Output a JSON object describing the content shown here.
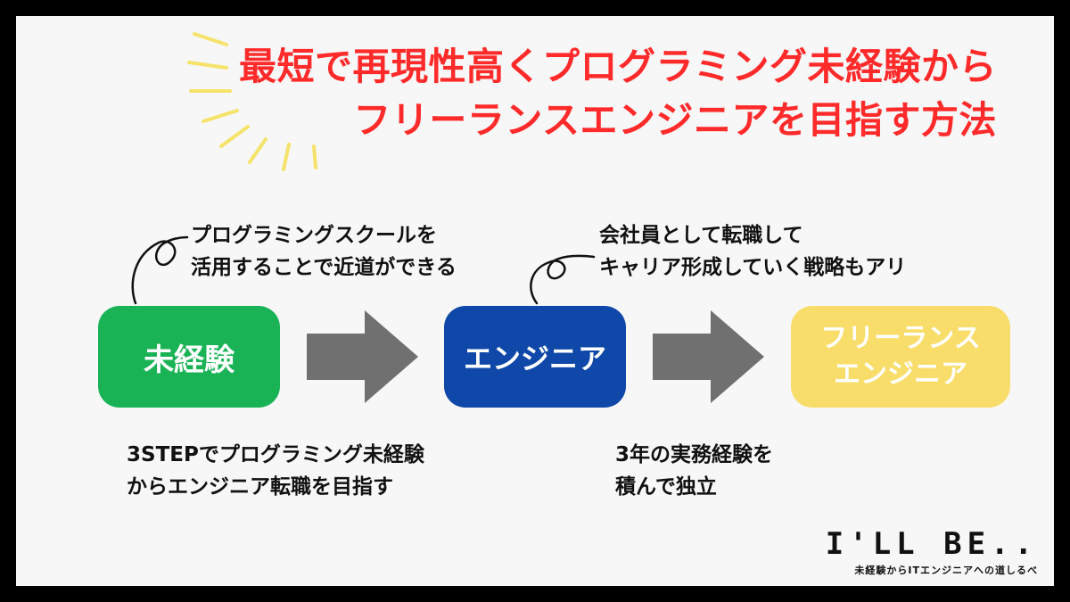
{
  "title": {
    "line1": "最短で再現性高くプログラミング未経験から",
    "line2": "フリーランスエンジニアを目指す方法"
  },
  "annotations": {
    "school": [
      "プログラミングスクールを",
      "活用することで近道ができる"
    ],
    "career": [
      "会社員として転職して",
      "キャリア形成していく戦略もアリ"
    ],
    "three_step": [
      "3STEPでプログラミング未経験",
      "からエンジニア転職を目指す"
    ],
    "experience": [
      "3年の実務経験を",
      "積んで独立"
    ]
  },
  "steps": [
    {
      "label_lines": [
        "未経験"
      ],
      "color": "#19b356"
    },
    {
      "label_lines": [
        "エンジニア"
      ],
      "color": "#0f48a8"
    },
    {
      "label_lines": [
        "フリーランス",
        "エンジニア"
      ],
      "color": "#f9dd6a"
    }
  ],
  "brand": {
    "logo": "I'LL BE..",
    "tagline": "未経験からITエンジニアへの道しるべ"
  },
  "colors": {
    "title": "#ff2a2a",
    "burst": "#f5e36a",
    "arrow": "#707070",
    "frame": "#000000",
    "background": "#f7f7f7"
  }
}
